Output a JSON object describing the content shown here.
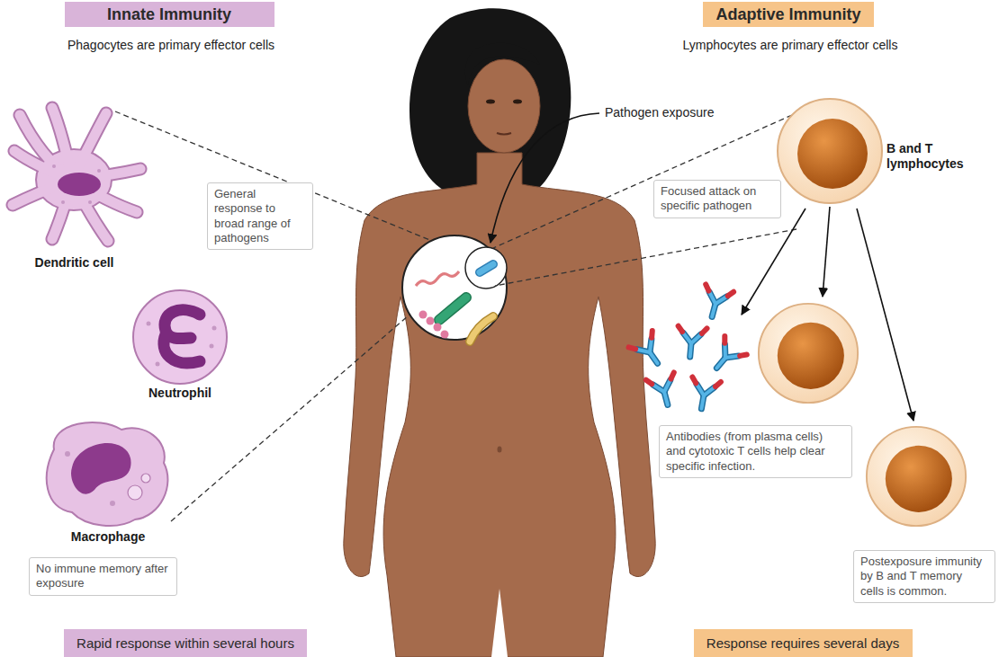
{
  "diagram": {
    "nodes": [
      {
        "text": [
          "Innate Immunity"
        ]
      },
      {
        "text": [
          "Adaptive Immunity"
        ]
      },
      {
        "text": [
          "Dendritic cell"
        ]
      },
      {
        "text": [
          "General response to broad range of pathogens"
        ]
      },
      {
        "text": [
          "B and T lymphocytes"
        ]
      },
      {
        "text": [
          "Focused attack on specific pathogen"
        ]
      },
      {
        "text": [
          "Neutrophil"
        ]
      },
      {
        "text": [
          "Antibodies (from plasma cells) and cytotoxic T cells help clear specific infection."
        ]
      },
      {
        "text": [
          "Macrophage"
        ]
      },
      {
        "text": [
          "No immune memory after exposure"
        ]
      },
      {
        "text": [
          "Postexposure immunity by B and T memory cells is common."
        ]
      },
      {
        "text": [
          "Rapid response within several hours"
        ]
      },
      {
        "text": [
          "Response requires several days"
        ]
      }
    ],
    "labels": [
      "Phagocytes are primary effector cells",
      "Lymphocytes are primary effector cells",
      "Pathogen exposure"
    ]
  }
}
